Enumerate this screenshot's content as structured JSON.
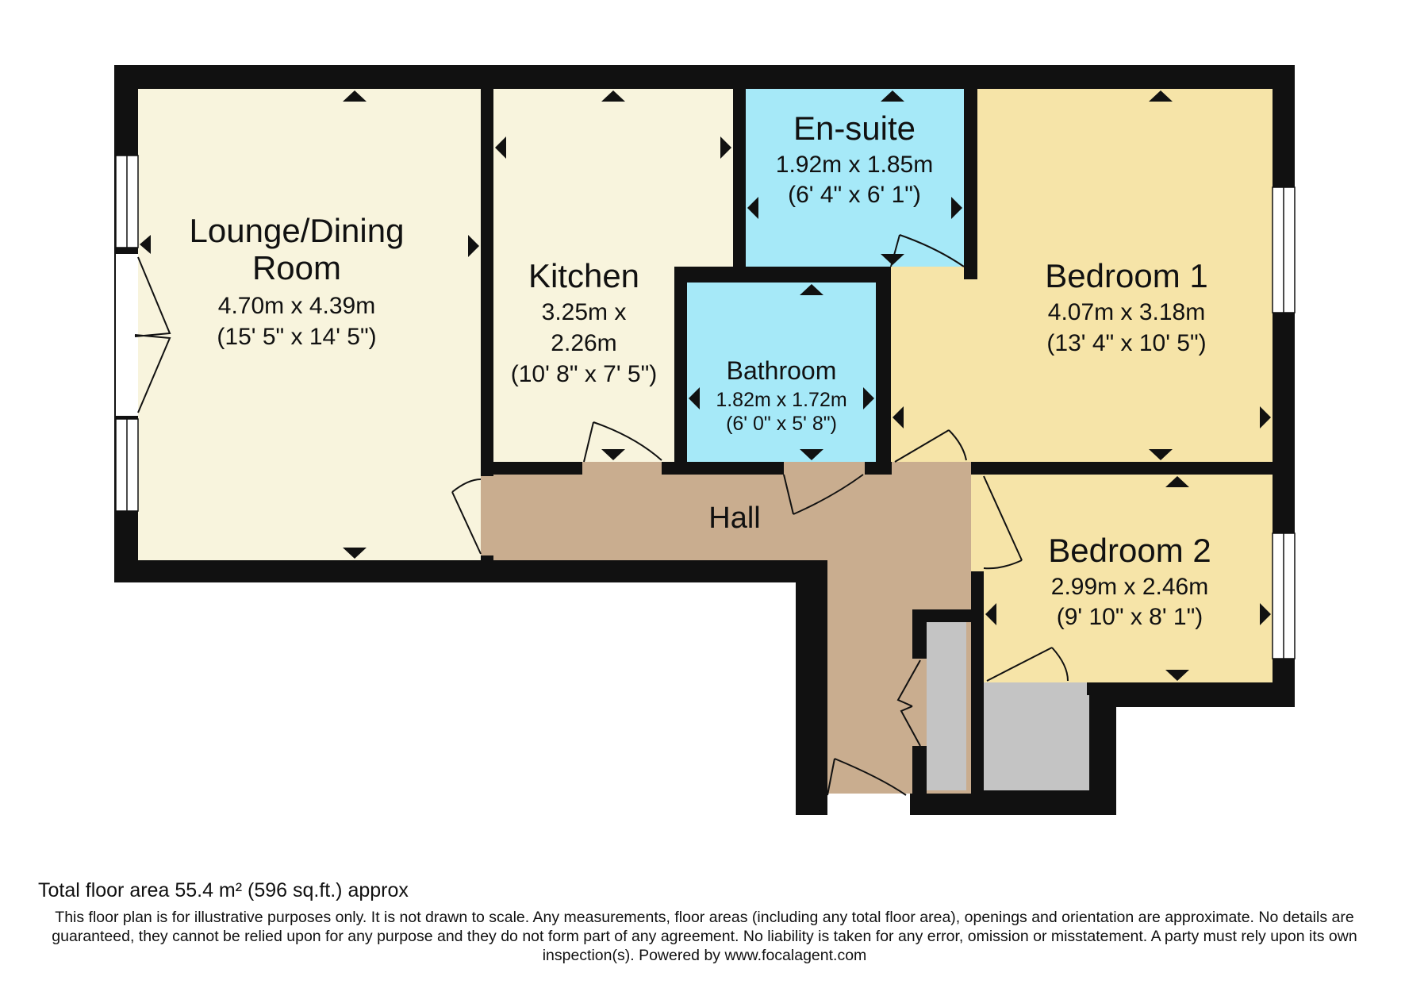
{
  "rooms": {
    "lounge": {
      "name_line1": "Lounge/Dining",
      "name_line2": "Room",
      "metric": "4.70m x 4.39m",
      "imperial": "(15' 5\" x 14' 5\")"
    },
    "kitchen": {
      "name": "Kitchen",
      "metric_line1": "3.25m x",
      "metric_line2": "2.26m",
      "imperial": "(10' 8\" x 7' 5\")"
    },
    "ensuite": {
      "name": "En-suite",
      "metric": "1.92m x 1.85m",
      "imperial": "(6' 4\" x 6' 1\")"
    },
    "bathroom": {
      "name": "Bathroom",
      "metric": "1.82m x 1.72m",
      "imperial": "(6' 0\" x 5' 8\")"
    },
    "bedroom1": {
      "name": "Bedroom 1",
      "metric": "4.07m x 3.18m",
      "imperial": "(13' 4\" x 10' 5\")"
    },
    "bedroom2": {
      "name": "Bedroom 2",
      "metric": "2.99m x 2.46m",
      "imperial": "(9' 10\" x 8' 1\")"
    },
    "hall": {
      "name": "Hall"
    }
  },
  "footer": {
    "total_area": "Total floor area 55.4 m² (596 sq.ft.) approx",
    "disclaimer": "This floor plan is for illustrative purposes only. It is not drawn to scale. Any measurements, floor areas (including any total floor area), openings and orientation are approximate. No details are guaranteed, they cannot be relied upon for any purpose and they do not form part of any agreement. No liability is taken for any error, omission or misstatement. A party must rely upon its own inspection(s). Powered by www.focalagent.com"
  },
  "colors": {
    "wall": "#111111",
    "lounge": "#f8f4dd",
    "kitchen": "#f8f4dd",
    "bedroom": "#f6e4a8",
    "ensuite": "#a6e9f8",
    "bathroom": "#a6e9f8",
    "hall": "#c9ad8f",
    "cupboard": "#c4c4c4"
  }
}
